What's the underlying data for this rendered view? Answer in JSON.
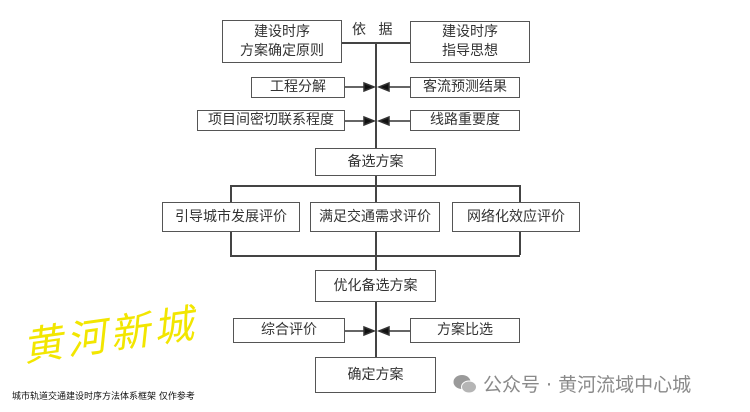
{
  "diagram": {
    "basis_label": "依 据",
    "principle_box": [
      "建设时序",
      "方案确定原则"
    ],
    "guideline_box": [
      "建设时序",
      "指导思想"
    ],
    "inputs_left": [
      "工程分解",
      "项目间密切联系程度"
    ],
    "inputs_right": [
      "客流预测结果",
      "线路重要度"
    ],
    "candidate": "备选方案",
    "evaluations": [
      "引导城市发展评价",
      "满足交通需求评价",
      "网络化效应评价"
    ],
    "optimized": "优化备选方案",
    "final_left": "综合评价",
    "final_right": "方案比选",
    "result": "确定方案"
  },
  "caption": "城市轨道交通建设时序方法体系框架 仅作参考",
  "watermark": {
    "text": "公众号 · 黄河流域中心城",
    "stamp": "黄河新城",
    "stamp_color": "#f2e600"
  }
}
